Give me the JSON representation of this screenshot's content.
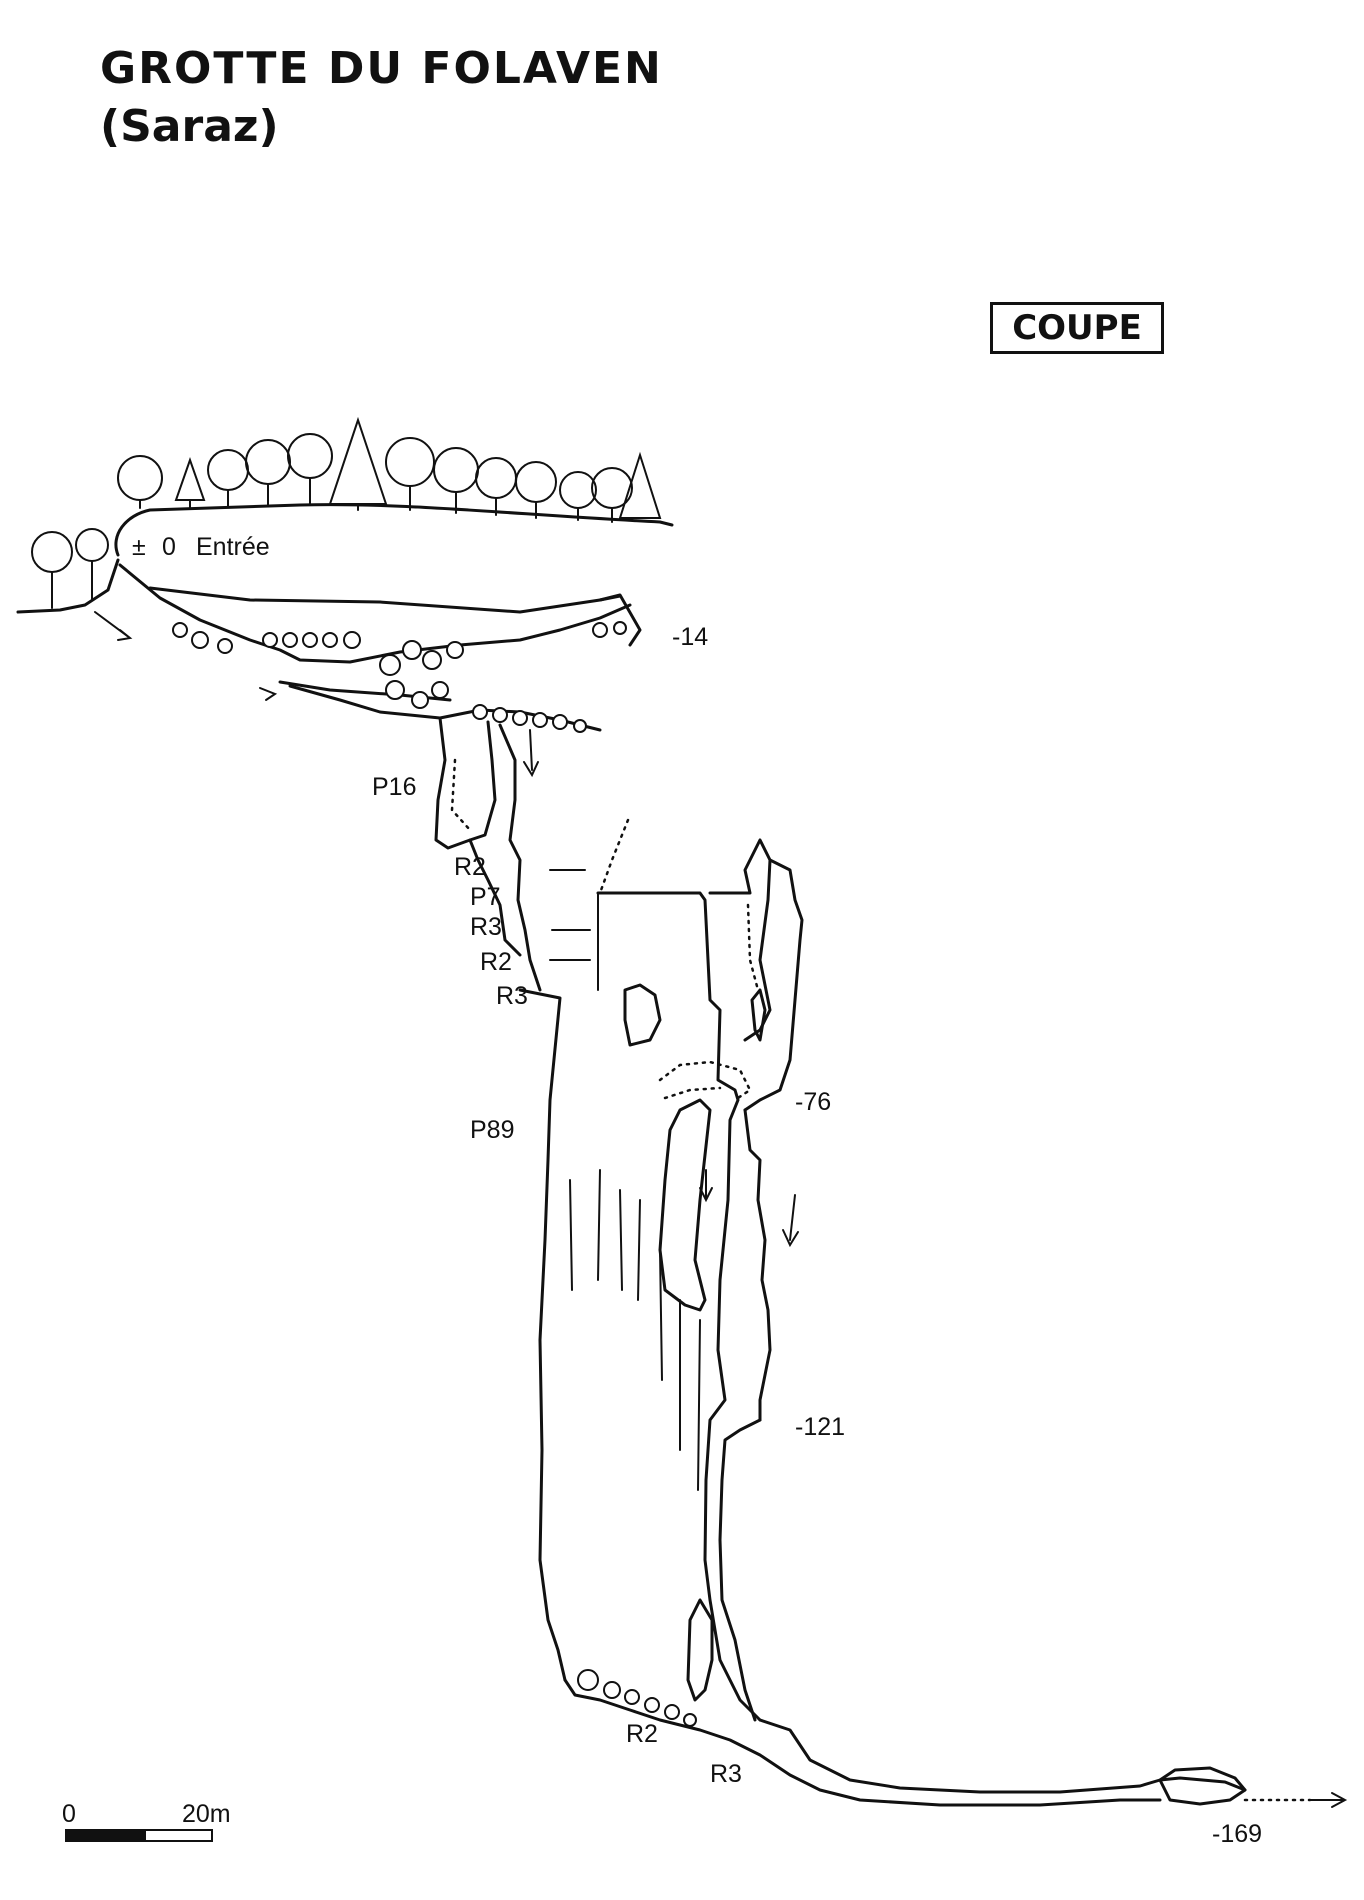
{
  "title": "GROTTE DU FOLAVEN",
  "subtitle": "(Saraz)",
  "view_label": "COUPE",
  "entrance": {
    "symbol": "±",
    "depth": "0",
    "name": "Entrée"
  },
  "depth_labels": [
    "-14",
    "-76",
    "-121",
    "-169"
  ],
  "shaft_labels": [
    "P16",
    "R2",
    "P7",
    "R3",
    "R2",
    "R3",
    "P89",
    "R2",
    "R3"
  ],
  "scale_bar": {
    "start": "0",
    "end": "20m"
  }
}
